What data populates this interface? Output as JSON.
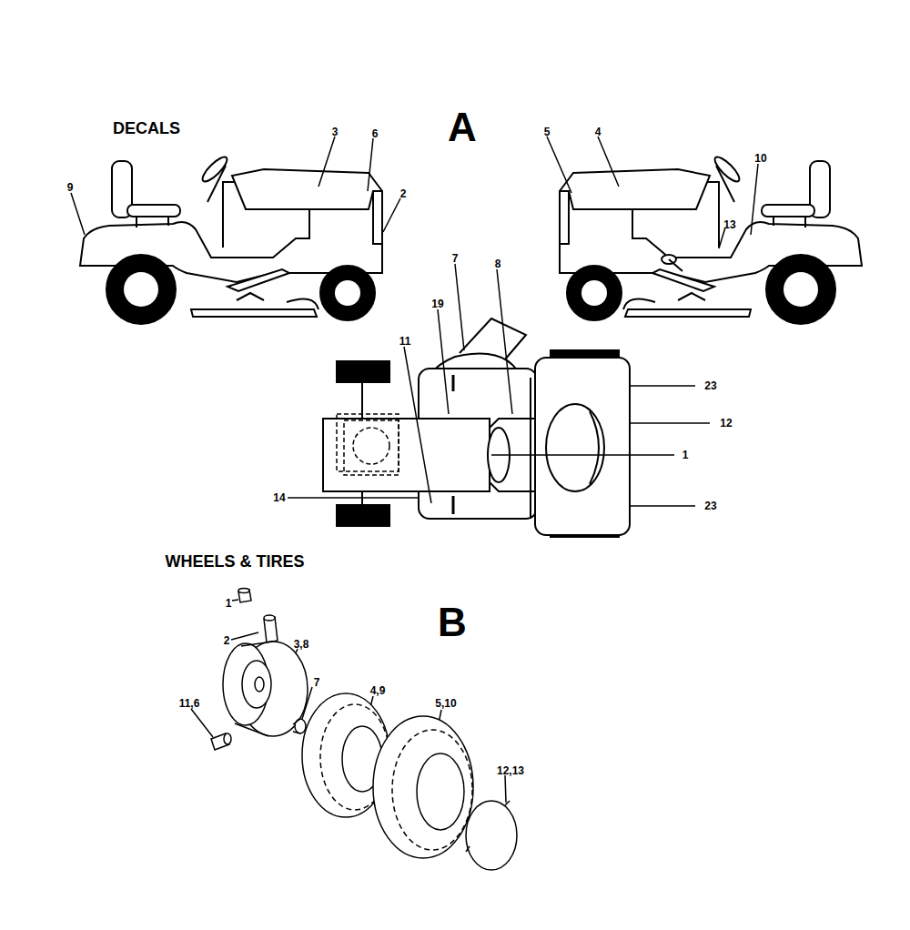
{
  "diagram": {
    "labels": [
      "DECALS",
      "A",
      "3",
      "6",
      "2",
      "9",
      "5",
      "4",
      "10",
      "13",
      "7",
      "8",
      "19",
      "11",
      "23",
      "12",
      "1",
      "14",
      "23",
      "WHEELS & TIRES",
      "B",
      "1",
      "2",
      "3,8",
      "11,6",
      "7",
      "4,9",
      "5,10",
      "12,13"
    ]
  }
}
